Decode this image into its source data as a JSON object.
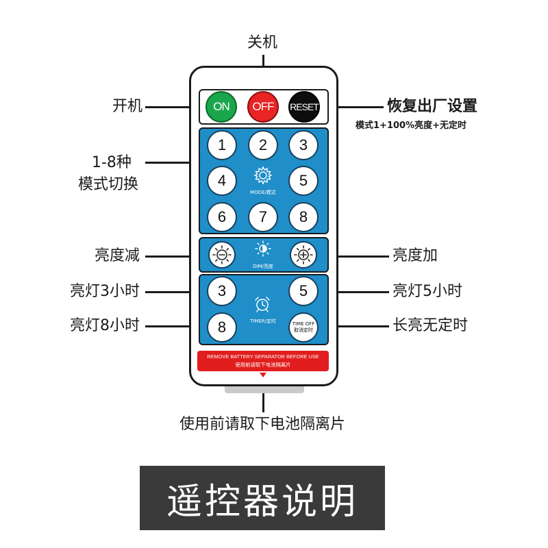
{
  "labels": {
    "power_off": "关机",
    "power_on": "开机",
    "reset": "恢复出厂设置",
    "reset_desc": "模式1+100%亮度+无定时",
    "modes_line1": "1-8种",
    "modes_line2": "模式切换",
    "dim_down": "亮度减",
    "dim_up": "亮度加",
    "timer_3h": "亮灯3小时",
    "timer_5h": "亮灯5小时",
    "timer_8h": "亮灯8小时",
    "timer_off": "长亮无定时",
    "battery_note": "使用前请取下电池隔离片"
  },
  "remote": {
    "on": "ON",
    "off": "OFF",
    "reset": "RESET",
    "modes": [
      "1",
      "2",
      "3",
      "4",
      "5",
      "6",
      "7",
      "8"
    ],
    "mode_caption": "MODE/模式",
    "dim_caption": "DIM/亮度",
    "timer_buttons": [
      "3",
      "5",
      "8"
    ],
    "timer_caption": "TIMER/定时",
    "timeoff_en": "TIME OFF",
    "timeoff_cn": "取消定时",
    "banner_en": "REMOVE BATTERY SEPARATOR BEFORE USE",
    "banner_cn": "使用前请取下电池隔离片"
  },
  "title": "遥控器说明",
  "colors": {
    "on_green": "#1aa64a",
    "off_red": "#e82424",
    "reset_black": "#0d0d0d",
    "panel_blue": "#1f8ec9",
    "banner_red": "#e11d1d",
    "title_bg": "#3a3a3a"
  }
}
